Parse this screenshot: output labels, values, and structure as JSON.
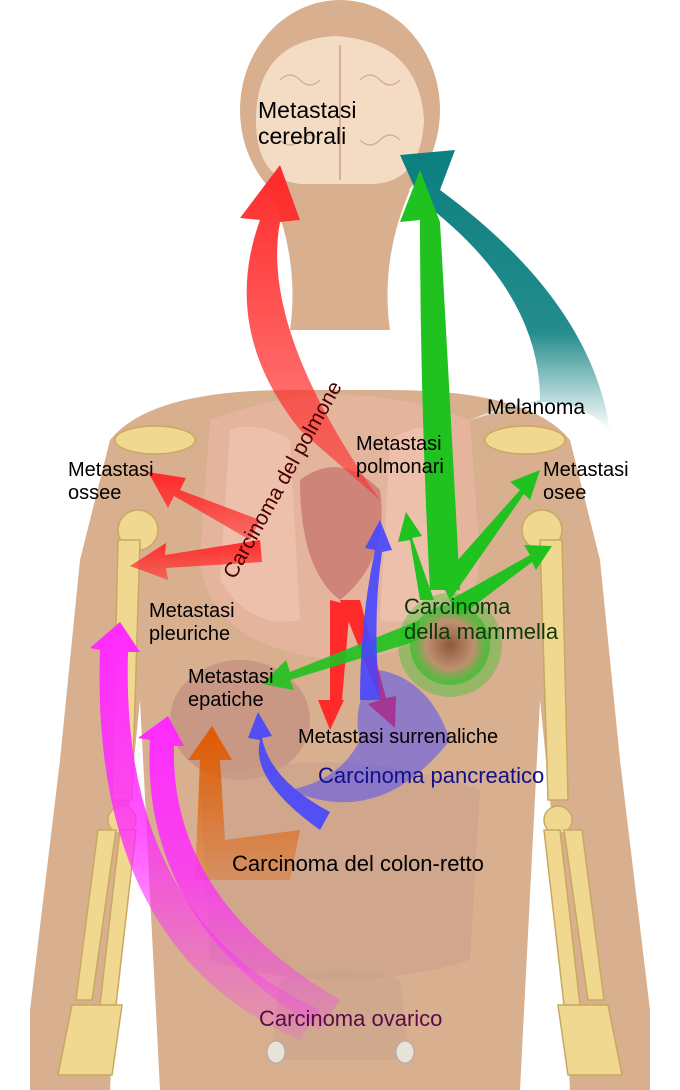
{
  "colors": {
    "skin": "#d9b08f",
    "bone": "#f0d890",
    "lung": "#e8b6a2",
    "brain": "#f4dcc4",
    "lung_cancer": "#ff2a2a",
    "breast_cancer": "#1fc21f",
    "melanoma": "#0c7f80",
    "pancreatic": "#4646ff",
    "colorectal": "#e05a00",
    "ovarian": "#ff2aff",
    "ovarian_text": "#5a0a4a",
    "pancreatic_text": "#10108a",
    "breast_text": "#0a3a0a",
    "lung_text": "#4a0000"
  },
  "labels": {
    "brain_metastasis": [
      "Metastasi",
      "cerebrali"
    ],
    "bone_metastasis_left": [
      "Metastasi",
      "ossee"
    ],
    "bone_metastasis_right": [
      "Metastasi",
      "osee"
    ],
    "lung_metastasis": [
      "Metastasi",
      "polmonari"
    ],
    "pleural_metastasis": [
      "Metastasi",
      "pleuriche"
    ],
    "liver_metastasis": [
      "Metastasi",
      "epatiche"
    ],
    "adrenal_metastasis": "Metastasi surrenaliche",
    "melanoma": "Melanoma",
    "lung_cancer": "Carcinoma del polmone",
    "breast_cancer": [
      "Carcinoma",
      "della mammella"
    ],
    "pancreatic_cancer": "Carcinoma pancreatico",
    "colorectal_cancer": "Carcinoma del colon-retto",
    "ovarian_cancer": "Carcinoma ovarico"
  }
}
